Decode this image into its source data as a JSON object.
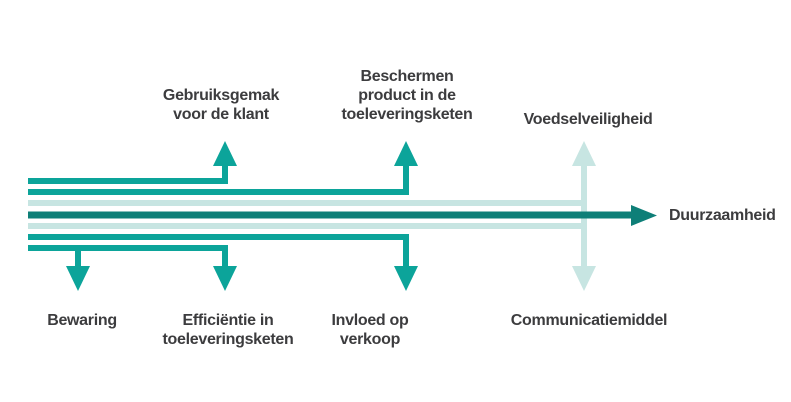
{
  "colors": {
    "teal": "#0ca49a",
    "dark_teal": "#0e7f78",
    "light_teal": "#c7e5e2",
    "text": "#3c3c3e",
    "background": "#ffffff"
  },
  "main_arrow": {
    "label": "Duurzaamheid",
    "direction": "right",
    "color_style": "dark"
  },
  "branches_up": [
    {
      "id": "gebruiksgemak",
      "label": "Gebruiksgemak\nvoor de klant",
      "color_style": "teal"
    },
    {
      "id": "beschermen",
      "label": "Beschermen\nproduct in de\ntoeleveringsketen",
      "color_style": "teal"
    },
    {
      "id": "voedselveiligheid",
      "label": "Voedselveiligheid",
      "color_style": "light"
    }
  ],
  "branches_down": [
    {
      "id": "bewaring",
      "label": "Bewaring",
      "color_style": "teal"
    },
    {
      "id": "efficientie",
      "label": "Efficiëntie in\ntoeleveringsketen",
      "color_style": "teal"
    },
    {
      "id": "invloed",
      "label": "Invloed op\nverkoop",
      "color_style": "teal"
    },
    {
      "id": "communicatiemiddel",
      "label": "Communicatiemiddel",
      "color_style": "light"
    }
  ]
}
